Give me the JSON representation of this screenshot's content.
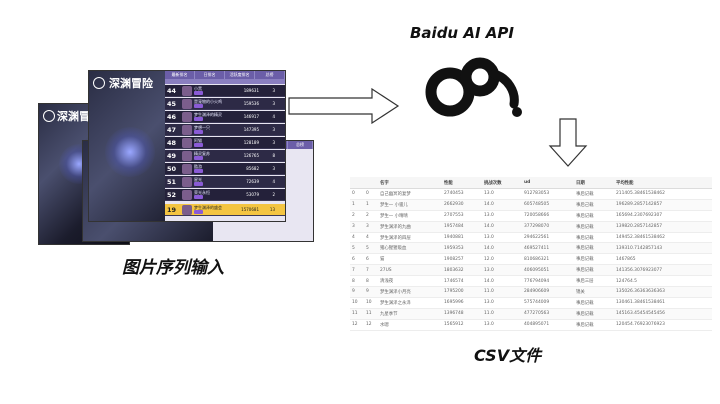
{
  "labels": {
    "api": "Baidu AI API",
    "input": "图片序列输入",
    "output": "CSV文件"
  },
  "game": {
    "title": "深渊冒险",
    "tabs": [
      "最新排名",
      "日排名",
      "活跃度排名",
      "总榜"
    ],
    "rows": [
      {
        "rank": "44",
        "name": "小黑",
        "score": "189631",
        "count": "3"
      },
      {
        "rank": "45",
        "name": "是宠物的小火鸡",
        "score": "159536",
        "count": "3"
      },
      {
        "rank": "46",
        "name": "梦生渊泽的精灵",
        "score": "146917",
        "count": "4"
      },
      {
        "rank": "47",
        "name": "梦想一只",
        "score": "147395",
        "count": "3"
      },
      {
        "rank": "48",
        "name": "阿猫",
        "score": "128189",
        "count": "3"
      },
      {
        "rank": "49",
        "name": "精灵复苏",
        "score": "126765",
        "count": "8"
      },
      {
        "rank": "50",
        "name": "酷游",
        "score": "85682",
        "count": "3"
      },
      {
        "rank": "51",
        "name": "星光",
        "score": "72639",
        "count": "4"
      },
      {
        "rank": "52",
        "name": "荣光永恒",
        "score": "53079",
        "count": "2"
      },
      {
        "rank": "19",
        "name": "梦生渊泽的盛会",
        "score": "1570681",
        "count": "13",
        "highlight": true
      }
    ]
  },
  "csv": {
    "headers": [
      "",
      "",
      "名字",
      "性能",
      "挑战次数",
      "ud",
      "日期",
      "平均性能"
    ],
    "rows": [
      [
        "0",
        "0",
        "自己幽冥的复梦",
        "2740453",
        "13.0",
        "912783053",
        "事后记载",
        "211405.38461538462"
      ],
      [
        "1",
        "1",
        "梦生一 小骚儿",
        "2662930",
        "14.0",
        "605748505",
        "事后己载",
        "196289.2857142857"
      ],
      [
        "2",
        "2",
        "梦生一 小晴晴",
        "2707553",
        "13.0",
        "720058666",
        "事后记载",
        "165694.2307692307"
      ],
      [
        "3",
        "3",
        "梦生渊泽的九曲",
        "1957484",
        "14.0",
        "377298070",
        "事后记载",
        "139820.2857142857"
      ],
      [
        "4",
        "4",
        "梦生渊泽的四层",
        "1940881",
        "13.0",
        "294622561",
        "事后记载",
        "149452.38461538462"
      ],
      [
        "5",
        "5",
        "猪心猩猩吸血",
        "1959353",
        "14.0",
        "469527411",
        "事后记载",
        "139310.7142857143"
      ],
      [
        "6",
        "6",
        "猫",
        "1908257",
        "12.0",
        "810686321",
        "事后记载",
        "1467865"
      ],
      [
        "7",
        "7",
        "27US",
        "1803632",
        "13.0",
        "406095051",
        "事后记载",
        "141356.3076923077"
      ],
      [
        "8",
        "8",
        "清浅夜",
        "1746574",
        "14.0",
        "776794094",
        "事后三层",
        "124764.5"
      ],
      [
        "9",
        "9",
        "梦生渊泽小月亮",
        "1795200",
        "11.0",
        "284906609",
        "锦关",
        "135026.36363636363"
      ],
      [
        "10",
        "10",
        "梦生渊泽之永泽",
        "1695996",
        "13.0",
        "575744009",
        "事后记载",
        "130461.38461538461"
      ],
      [
        "11",
        "11",
        "九星季节",
        "1396748",
        "11.0",
        "477270563",
        "事后记载",
        "145163.45454545456"
      ],
      [
        "12",
        "12",
        "水嗯",
        "1565912",
        "13.0",
        "404895071",
        "事后记载",
        "120454.76923076923"
      ]
    ]
  },
  "colors": {
    "accent": "#6b5ea8",
    "highlight": "#f4c542",
    "logo": "#111111"
  }
}
